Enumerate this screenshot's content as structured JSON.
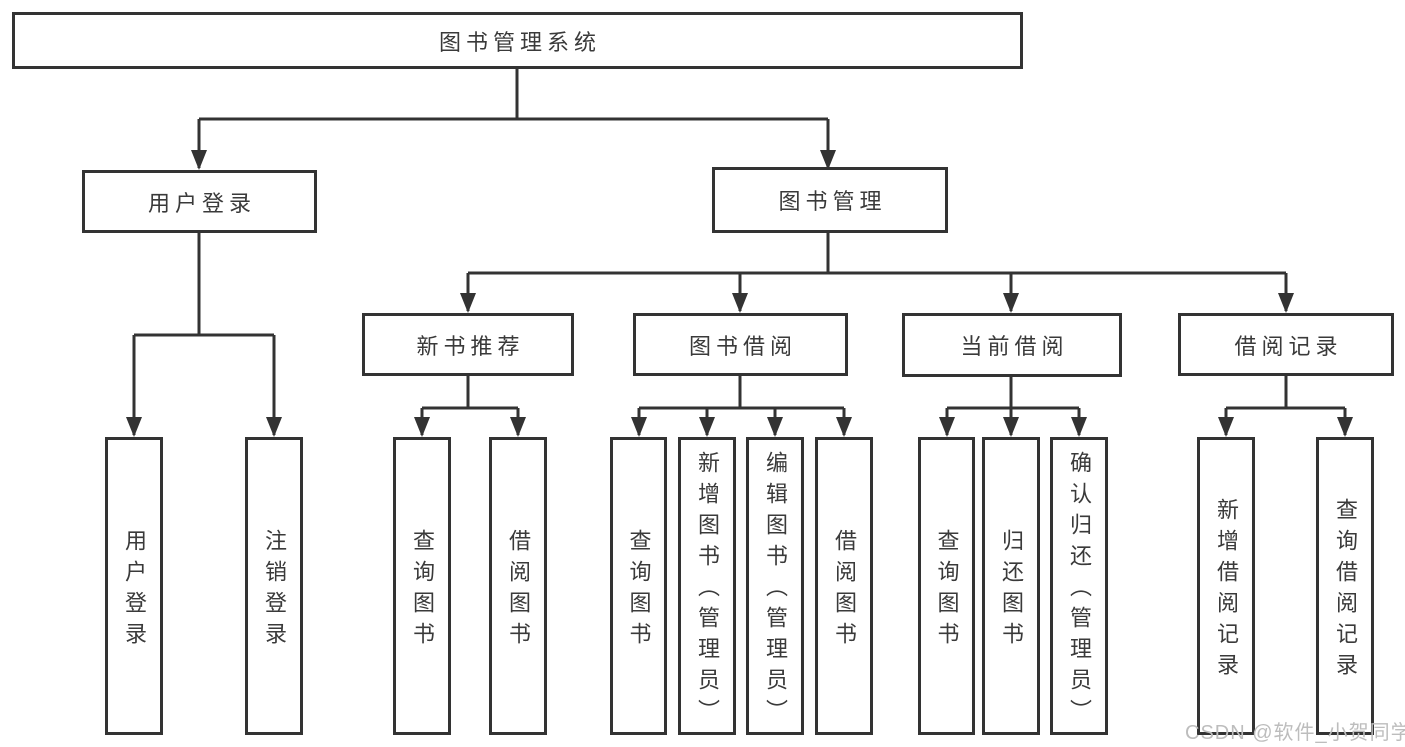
{
  "diagram": {
    "root": {
      "label": "图书管理系统"
    },
    "level2": [
      {
        "id": "user-login",
        "label": "用户登录"
      },
      {
        "id": "book-management",
        "label": "图书管理"
      }
    ],
    "level3": [
      {
        "id": "new-book-recommend",
        "label": "新书推荐",
        "parent": "图书管理"
      },
      {
        "id": "book-borrowing",
        "label": "图书借阅",
        "parent": "图书管理"
      },
      {
        "id": "current-borrowing",
        "label": "当前借阅",
        "parent": "图书管理"
      },
      {
        "id": "borrowing-records",
        "label": "借阅记录",
        "parent": "图书管理"
      }
    ],
    "leaves": [
      {
        "label": "用户登录",
        "parent": "用户登录"
      },
      {
        "label": "注销登录",
        "parent": "用户登录"
      },
      {
        "label": "查询图书",
        "parent": "新书推荐"
      },
      {
        "label": "借阅图书",
        "parent": "新书推荐"
      },
      {
        "label": "查询图书",
        "parent": "图书借阅"
      },
      {
        "label": "新增图书（管理员）",
        "parent": "图书借阅"
      },
      {
        "label": "编辑图书（管理员）",
        "parent": "图书借阅"
      },
      {
        "label": "借阅图书",
        "parent": "图书借阅"
      },
      {
        "label": "查询图书",
        "parent": "当前借阅"
      },
      {
        "label": "归还图书",
        "parent": "当前借阅"
      },
      {
        "label": "确认归还（管理员）",
        "parent": "当前借阅"
      },
      {
        "label": "新增借阅记录",
        "parent": "借阅记录"
      },
      {
        "label": "查询借阅记录",
        "parent": "借阅记录"
      }
    ]
  },
  "watermark": {
    "text": "CSDN @软件_小贺同学"
  },
  "colors": {
    "line": "#333333",
    "text": "#3a3a3a",
    "watermark": "#bdbdbd",
    "background": "#ffffff"
  }
}
